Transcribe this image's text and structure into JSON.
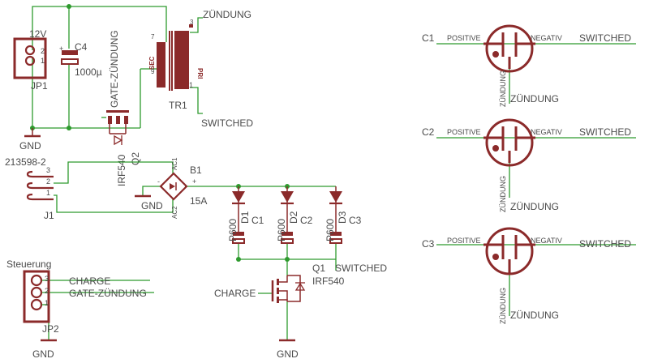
{
  "colors": {
    "wire": "#2e9a2e",
    "part": "#8b2a2a",
    "net": "#8b2a2a",
    "text": "#4a4a4a",
    "background": "#ffffff"
  },
  "jp1": {
    "name": "JP1",
    "voltage": "12V",
    "pin2": "2",
    "pin1": "1"
  },
  "c4": {
    "name": "C4",
    "value": "1000µ",
    "plus": "+"
  },
  "gnd": {
    "label": "GND"
  },
  "tr1": {
    "name": "TR1",
    "sec": "SEC",
    "pri": "PRI",
    "p7": "7",
    "p9": "9",
    "p3": "3",
    "p1": "1"
  },
  "q2": {
    "name": "Q2",
    "part": "IRF540",
    "gate_label": "GATE-ZÜNDUNG"
  },
  "nets": {
    "zuendung": "ZÜNDUNG",
    "switched": "SWITCHED",
    "charge": "CHARGE",
    "gate_zuendung": "GATE-ZÜNDUNG"
  },
  "j1": {
    "name": "J1",
    "part": "213598-2",
    "p3": "3",
    "p2": "2",
    "p1": "1"
  },
  "b1": {
    "name": "B1",
    "rating": "15A",
    "ac1": "AC1",
    "ac2": "AC2",
    "plus": "+",
    "minus": "-"
  },
  "diodes": [
    {
      "name": "D1",
      "part": "P600"
    },
    {
      "name": "D2",
      "part": "P600"
    },
    {
      "name": "D3",
      "part": "P600"
    }
  ],
  "caps": [
    {
      "name": "C1"
    },
    {
      "name": "C2"
    },
    {
      "name": "C3"
    }
  ],
  "q1": {
    "name": "Q1",
    "part": "IRF540"
  },
  "jp2": {
    "name": "JP2",
    "title": "Steuerung",
    "p3": "3",
    "p2": "2",
    "p1": "1"
  },
  "gaps": [
    {
      "cap": "C1",
      "positive": "POSITIVE",
      "negative": "NEGATIV",
      "switched": "SWITCHED",
      "zuendung": "ZÜNDUNG",
      "zuendung_net": "ZÜNDUNG"
    },
    {
      "cap": "C2",
      "positive": "POSITIVE",
      "negative": "NEGATIV",
      "switched": "SWITCHED",
      "zuendung": "ZÜNDUNG",
      "zuendung_net": "ZÜNDUNG"
    },
    {
      "cap": "C3",
      "positive": "POSITIVE",
      "negative": "NEGATIV",
      "switched": "SWITCHED",
      "zuendung": "ZÜNDUNG",
      "zuendung_net": "ZÜNDUNG"
    }
  ]
}
